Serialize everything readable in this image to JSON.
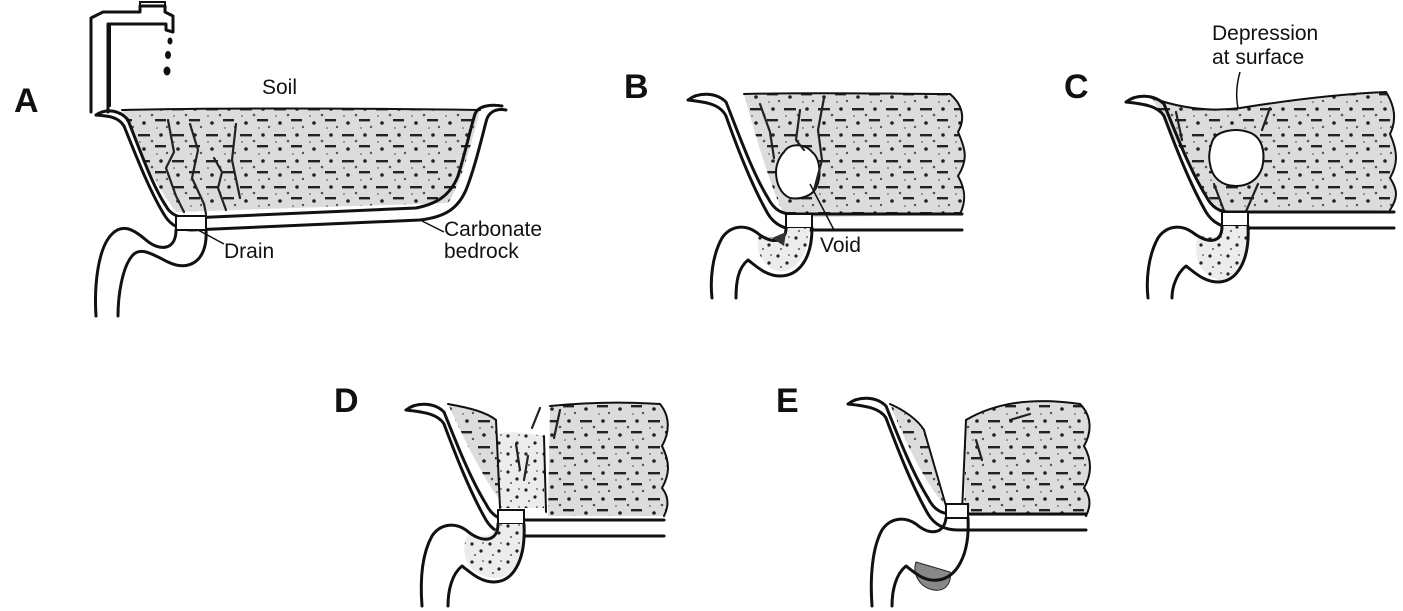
{
  "panels": [
    {
      "id": "A",
      "letter": "A",
      "labels": {
        "soil": "Soil",
        "drain": "Drain",
        "bedrock_line1": "Carbonate",
        "bedrock_line2": "bedrock"
      }
    },
    {
      "id": "B",
      "letter": "B",
      "labels": {
        "void": "Void"
      }
    },
    {
      "id": "C",
      "letter": "C",
      "labels": {
        "depression_line1": "Depression",
        "depression_line2": "at surface"
      }
    },
    {
      "id": "D",
      "letter": "D",
      "labels": {}
    },
    {
      "id": "E",
      "letter": "E",
      "labels": {}
    }
  ],
  "colors": {
    "ink": "#111111",
    "soil_fill": "#d9d9d9",
    "void_fill": "#ffffff",
    "background": "#ffffff"
  },
  "icons": {
    "faucet": "faucet-icon",
    "water_drops": "water-drops-icon"
  }
}
